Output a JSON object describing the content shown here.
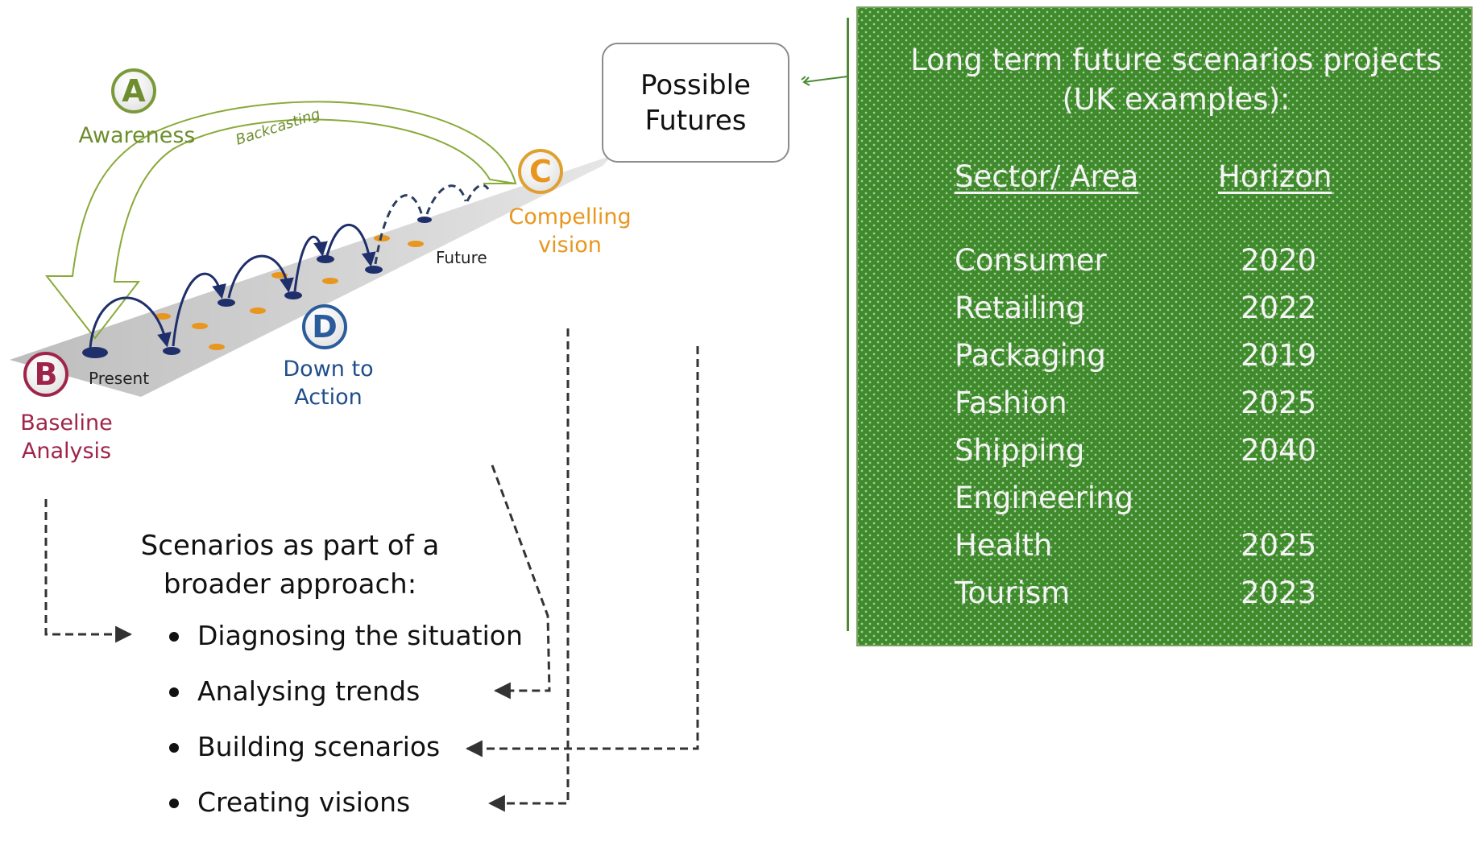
{
  "diagram": {
    "badges": {
      "a": {
        "letter": "A",
        "label": "Awareness"
      },
      "b": {
        "letter": "B",
        "label": "Baseline Analysis"
      },
      "c": {
        "letter": "C",
        "label": "Compelling vision"
      },
      "d": {
        "letter": "D",
        "label": "Down to Action"
      }
    },
    "backcasting_label": "Backcasting",
    "present_label": "Present",
    "future_label": "Future",
    "possible_futures": "Possible Futures"
  },
  "scenarios": {
    "title": "Scenarios as part of a broader approach:",
    "bullets": [
      "Diagnosing the situation",
      "Analysing trends",
      "Building scenarios",
      "Creating visions"
    ]
  },
  "panel": {
    "title": "Long term future scenarios projects (UK examples):",
    "header_sector": "Sector/ Area",
    "header_horizon": "Horizon",
    "rows": [
      {
        "sector": "Consumer",
        "horizon": "2020"
      },
      {
        "sector": "Retailing",
        "horizon": "2022"
      },
      {
        "sector": "Packaging",
        "horizon": "2019"
      },
      {
        "sector": "Fashion",
        "horizon": "2025"
      },
      {
        "sector": "Shipping",
        "horizon": "2040"
      },
      {
        "sector": "Engineering",
        "horizon": ""
      },
      {
        "sector": "Health",
        "horizon": "2025"
      },
      {
        "sector": "Tourism",
        "horizon": "2023"
      }
    ]
  },
  "colors": {
    "awareness": "#6e8e2e",
    "baseline": "#a0244a",
    "compelling": "#e8961e",
    "action": "#1f4e8c",
    "panel_green": "#3f8b2c"
  }
}
